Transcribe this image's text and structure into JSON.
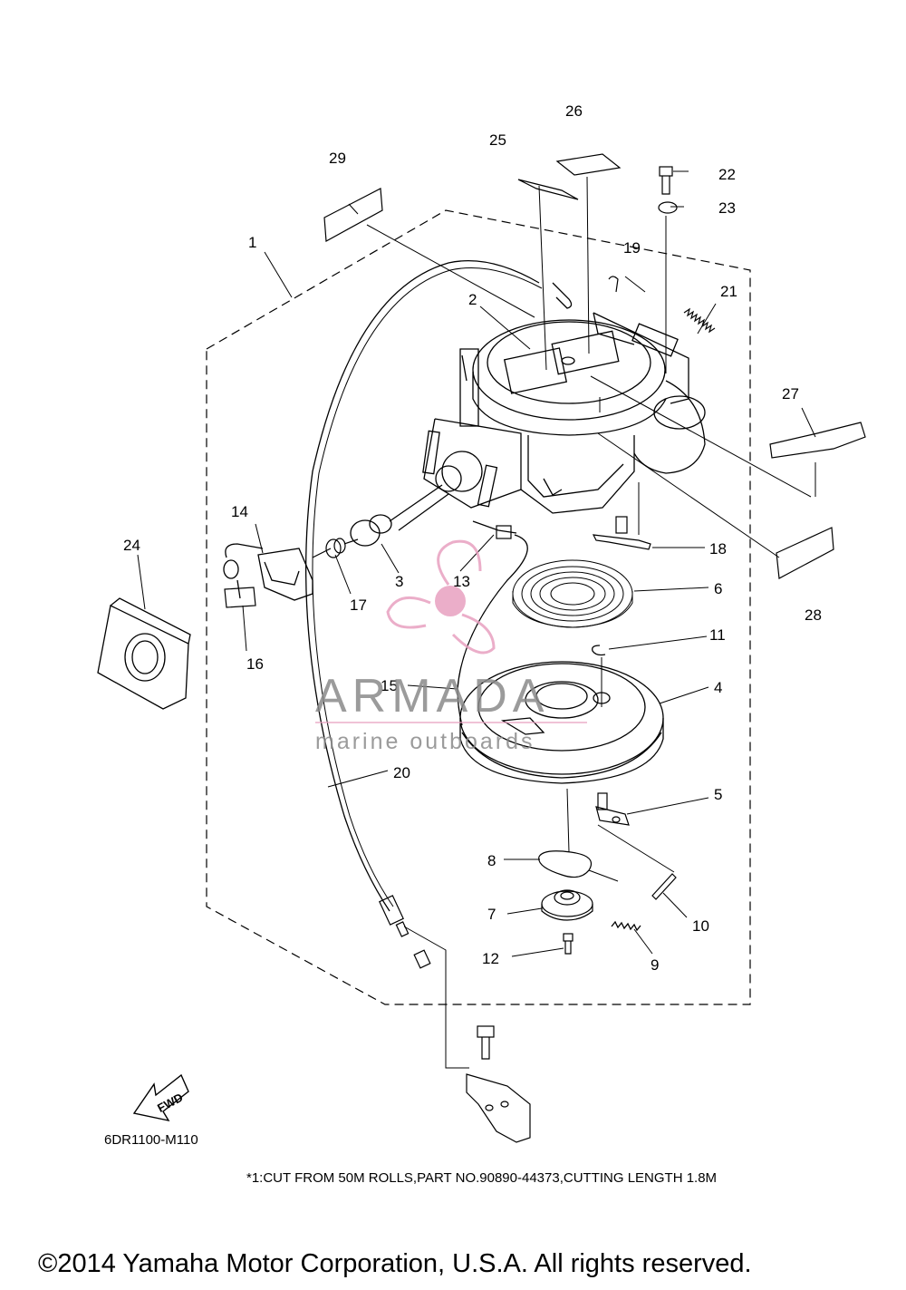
{
  "callouts": {
    "c1": "1",
    "c2": "2",
    "c3": "3",
    "c4": "4",
    "c5": "5",
    "c6": "6",
    "c7": "7",
    "c8": "8",
    "c9": "9",
    "c10": "10",
    "c11": "11",
    "c12": "12",
    "c13": "13",
    "c14": "14",
    "c15": "15",
    "c16": "16",
    "c17": "17",
    "c18": "18",
    "c19": "19",
    "c20": "20",
    "c21": "21",
    "c22": "22",
    "c23": "23",
    "c24": "24",
    "c25": "25",
    "c26": "26",
    "c27": "27",
    "c28": "28",
    "c29": "29"
  },
  "fwd_label": "FWD",
  "diagram_code": "6DR1100-M110",
  "footnote": "*1:CUT FROM 50M ROLLS,PART NO.90890-44373,CUTTING LENGTH 1.8M",
  "copyright": "©2014 Yamaha Motor Corporation, U.S.A. All rights reserved.",
  "watermark": {
    "brand": "ARMADA",
    "tagline": "marine outboards",
    "colors": {
      "logo": "#e8a0c0",
      "text": "#8a8a8a"
    }
  }
}
